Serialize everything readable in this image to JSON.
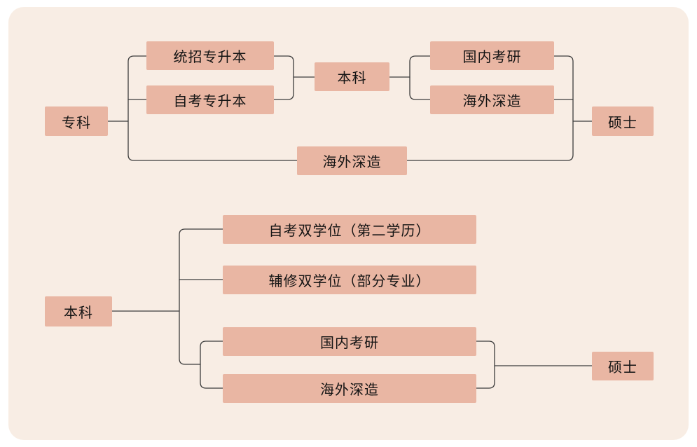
{
  "colors": {
    "background": "#f8ede4",
    "box": "#e9b6a3",
    "line": "#3c3c3c",
    "text": "#141414",
    "page": "#ffffff"
  },
  "top_diagram": {
    "zhuanke": "专科",
    "tongzhao_zhuanshengben": "统招专升本",
    "zikao_zhuanshengben": "自考专升本",
    "benke": "本科",
    "guonei_kaoyan": "国内考研",
    "haiwai_shenzao": "海外深造",
    "haiwai_shenzao_direct": "海外深造",
    "shuoshi": "硕士",
    "edges": [
      [
        "专科",
        "统招专升本"
      ],
      [
        "专科",
        "自考专升本"
      ],
      [
        "统招专升本",
        "本科"
      ],
      [
        "自考专升本",
        "本科"
      ],
      [
        "本科",
        "国内考研"
      ],
      [
        "本科",
        "海外深造"
      ],
      [
        "国内考研",
        "硕士"
      ],
      [
        "海外深造",
        "硕士"
      ],
      [
        "专科",
        "海外深造(直达)"
      ],
      [
        "海外深造(直达)",
        "硕士"
      ]
    ]
  },
  "bottom_diagram": {
    "benke": "本科",
    "zikao_shuangxuewei": "自考双学位（第二学历）",
    "fuxiu_shuangxuewei": "辅修双学位（部分专业）",
    "guonei_kaoyan": "国内考研",
    "haiwai_shenzao": "海外深造",
    "shuoshi": "硕士",
    "edges": [
      [
        "本科",
        "自考双学位（第二学历）"
      ],
      [
        "本科",
        "辅修双学位（部分专业）"
      ],
      [
        "本科",
        "国内考研"
      ],
      [
        "本科",
        "海外深造"
      ],
      [
        "国内考研",
        "硕士"
      ],
      [
        "海外深造",
        "硕士"
      ]
    ]
  }
}
